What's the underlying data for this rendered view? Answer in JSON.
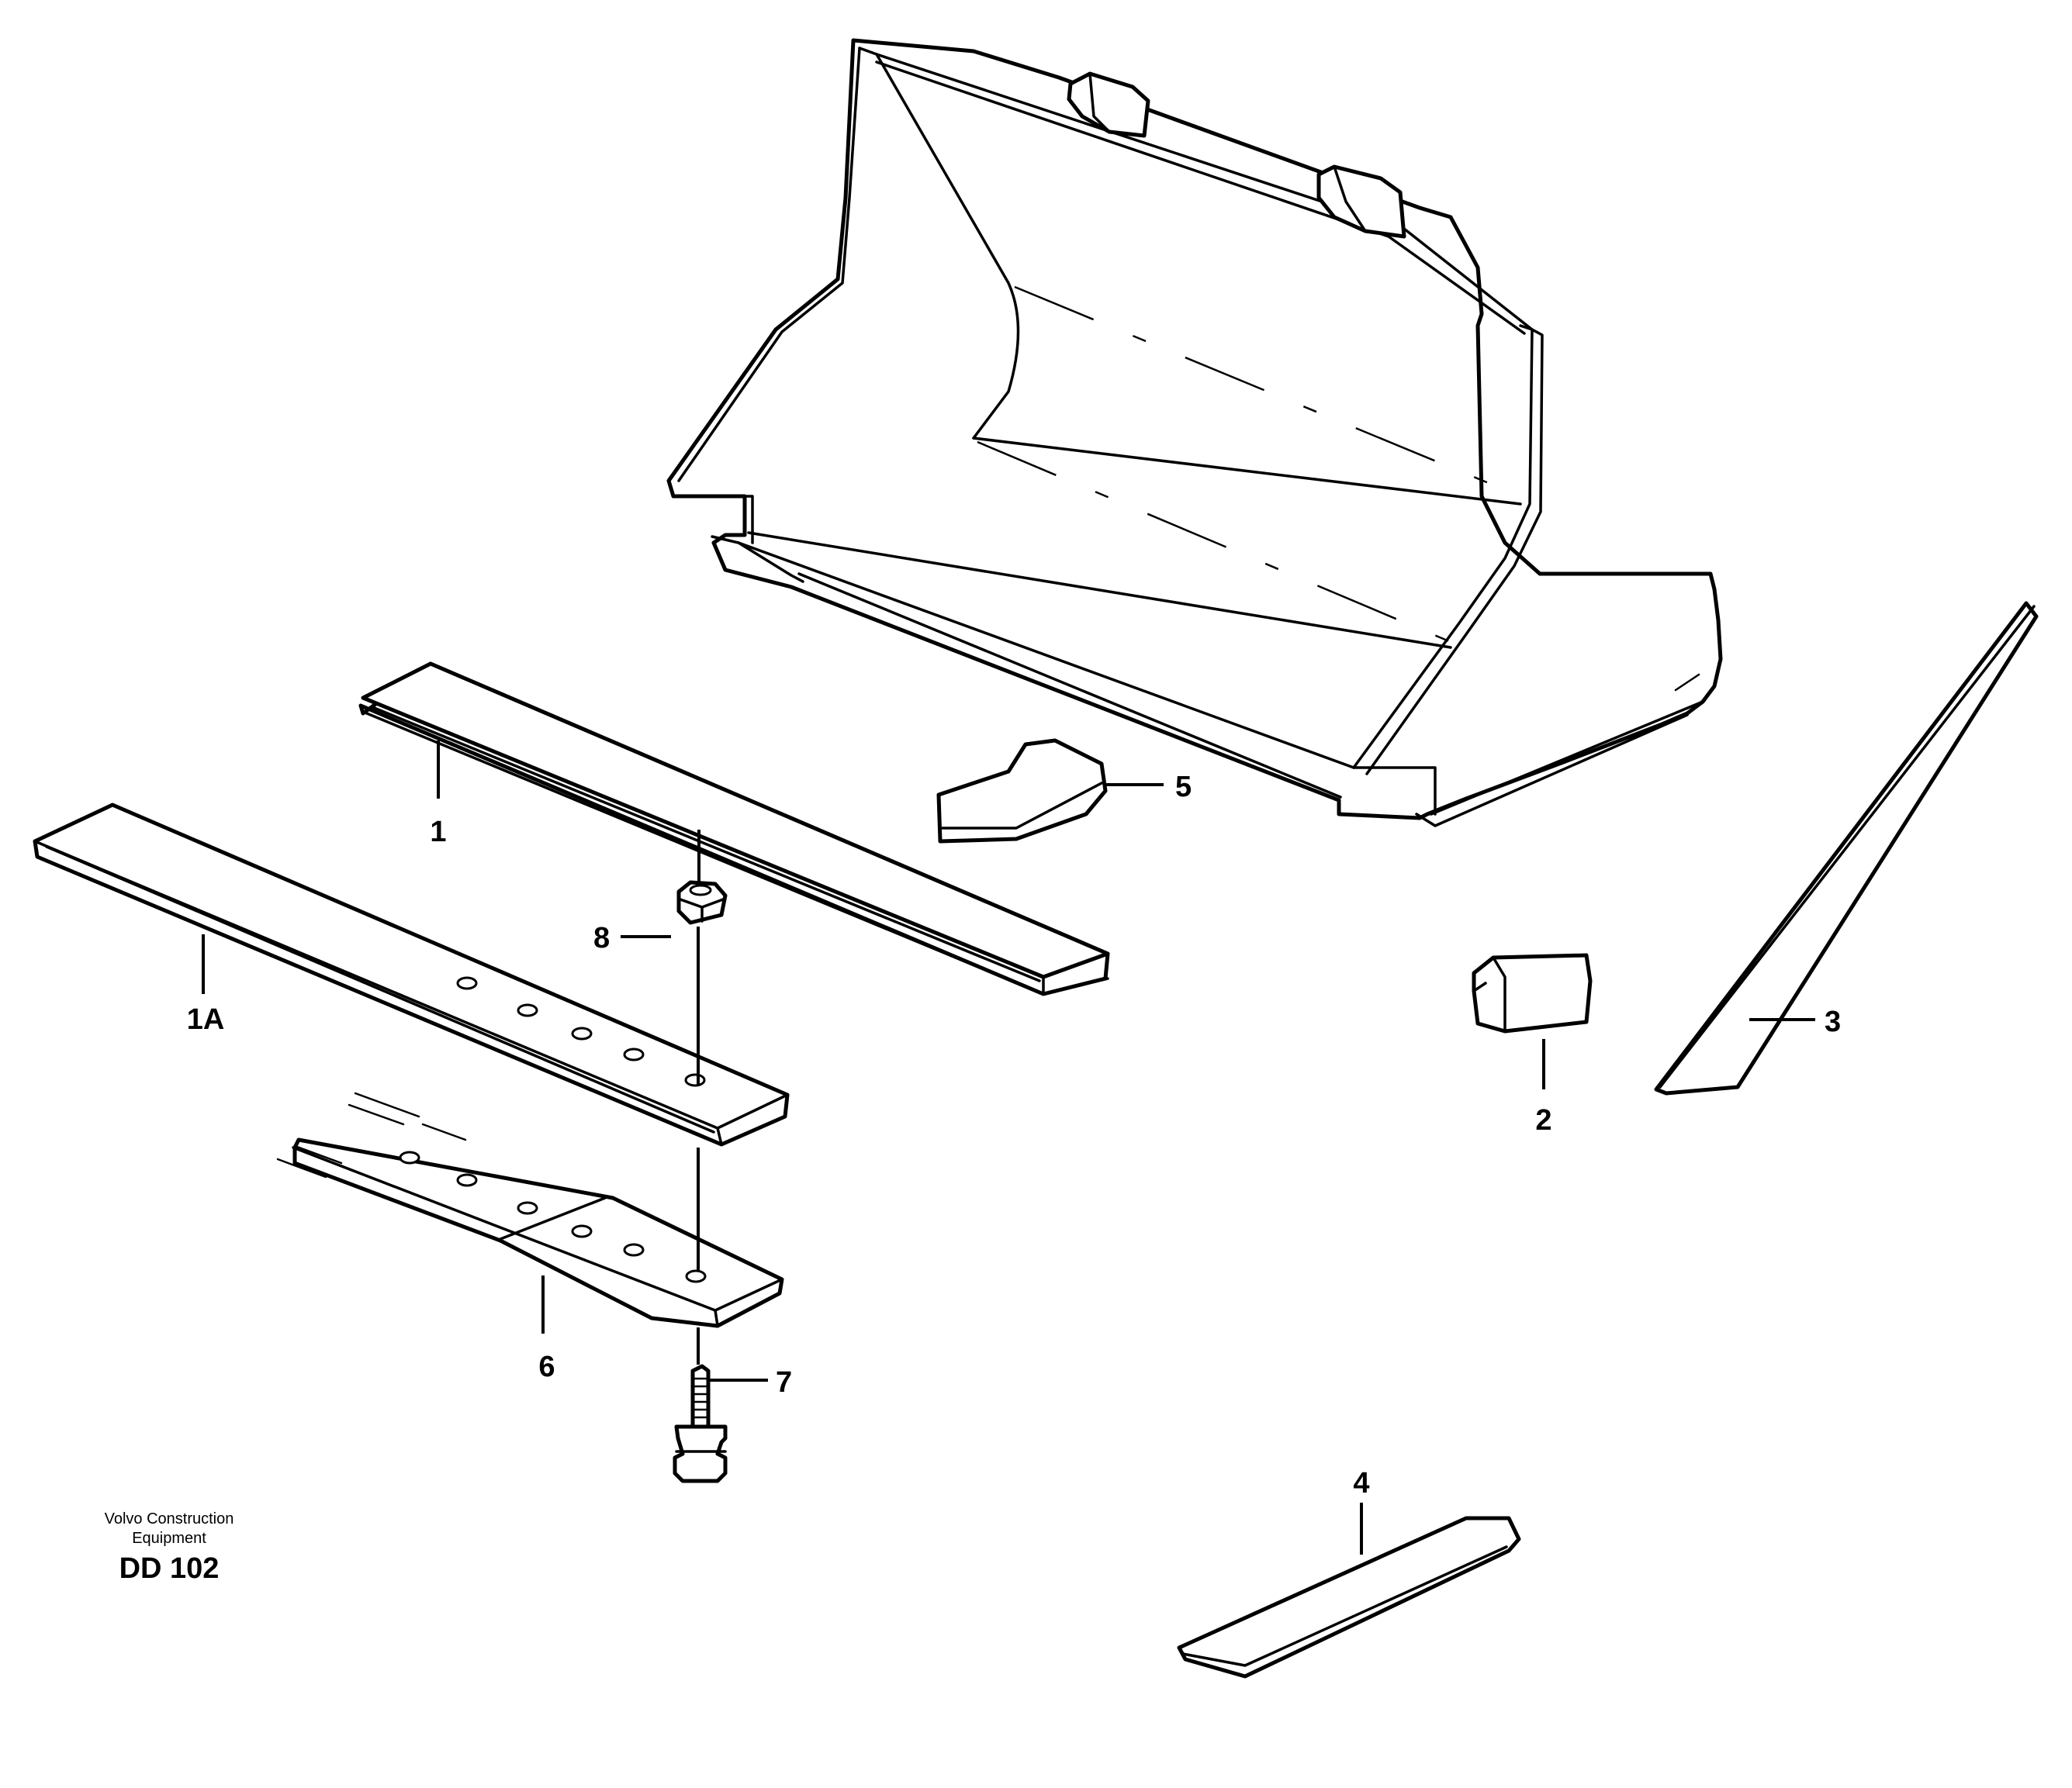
{
  "callouts": {
    "p1": "1",
    "p1a": "1A",
    "p2": "2",
    "p3": "3",
    "p4": "4",
    "p5": "5",
    "p6": "6",
    "p7": "7",
    "p8": "8"
  },
  "credit": {
    "line1": "Volvo Construction",
    "line2": "Equipment"
  },
  "drawing_code": "DD 102"
}
